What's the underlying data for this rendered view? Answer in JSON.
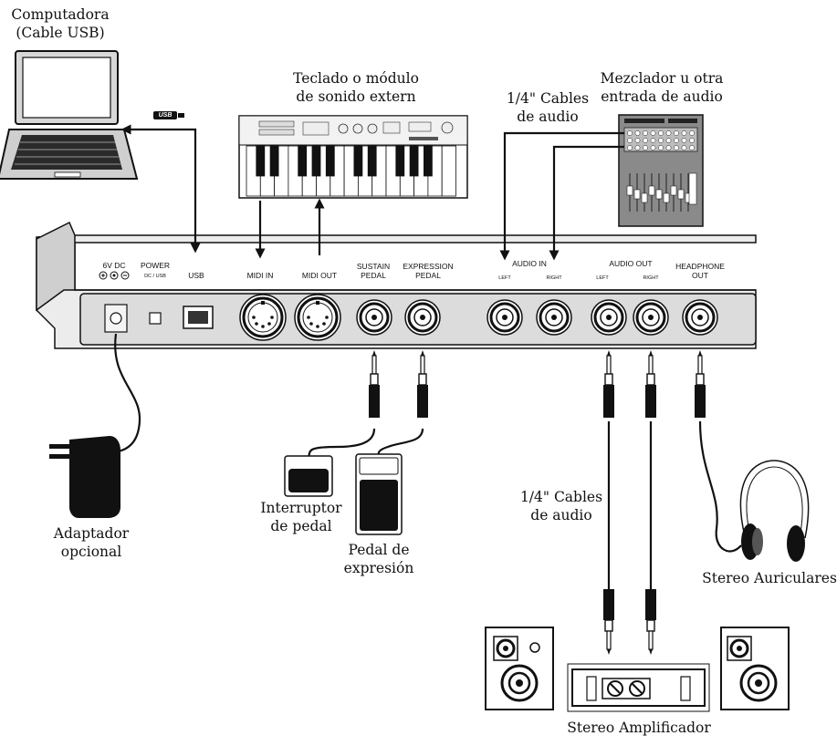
{
  "labels": {
    "computer": [
      "Computadora",
      "(Cable USB)"
    ],
    "keyboard_module": [
      "Teclado o módulo",
      "de sonido extern"
    ],
    "mixer": [
      "Mezclador u otra",
      "entrada de audio"
    ],
    "cables_top": [
      "1/4\" Cables",
      "de audio"
    ],
    "adapter": [
      "Adaptador",
      "opcional"
    ],
    "switch_pedal": [
      "Interruptor",
      "de pedal"
    ],
    "expression_pedal": [
      "Pedal de",
      "expresión"
    ],
    "cables_mid": [
      "1/4\" Cables",
      "de audio"
    ],
    "headphones": "Stereo Auriculares",
    "amplifier": "Stereo Amplificador",
    "usb_badge": "USB"
  },
  "panel": {
    "dc": "6V DC",
    "power": "POWER",
    "power_sub": "DC / USB",
    "usb": "USB",
    "midi_in": "MIDI IN",
    "midi_out": "MIDI OUT",
    "sustain": [
      "SUSTAIN",
      "PEDAL"
    ],
    "expression": [
      "EXPRESSION",
      "PEDAL"
    ],
    "audio_in": "AUDIO IN",
    "audio_out": "AUDIO OUT",
    "left": "LEFT",
    "right": "RIGHT",
    "headphone": [
      "HEADPHONE",
      "OUT"
    ]
  },
  "colors": {
    "ink": "#111111",
    "panel": "#dcdcdc",
    "panel_dark": "#bdbdbd",
    "device": "#8a8a8a"
  }
}
